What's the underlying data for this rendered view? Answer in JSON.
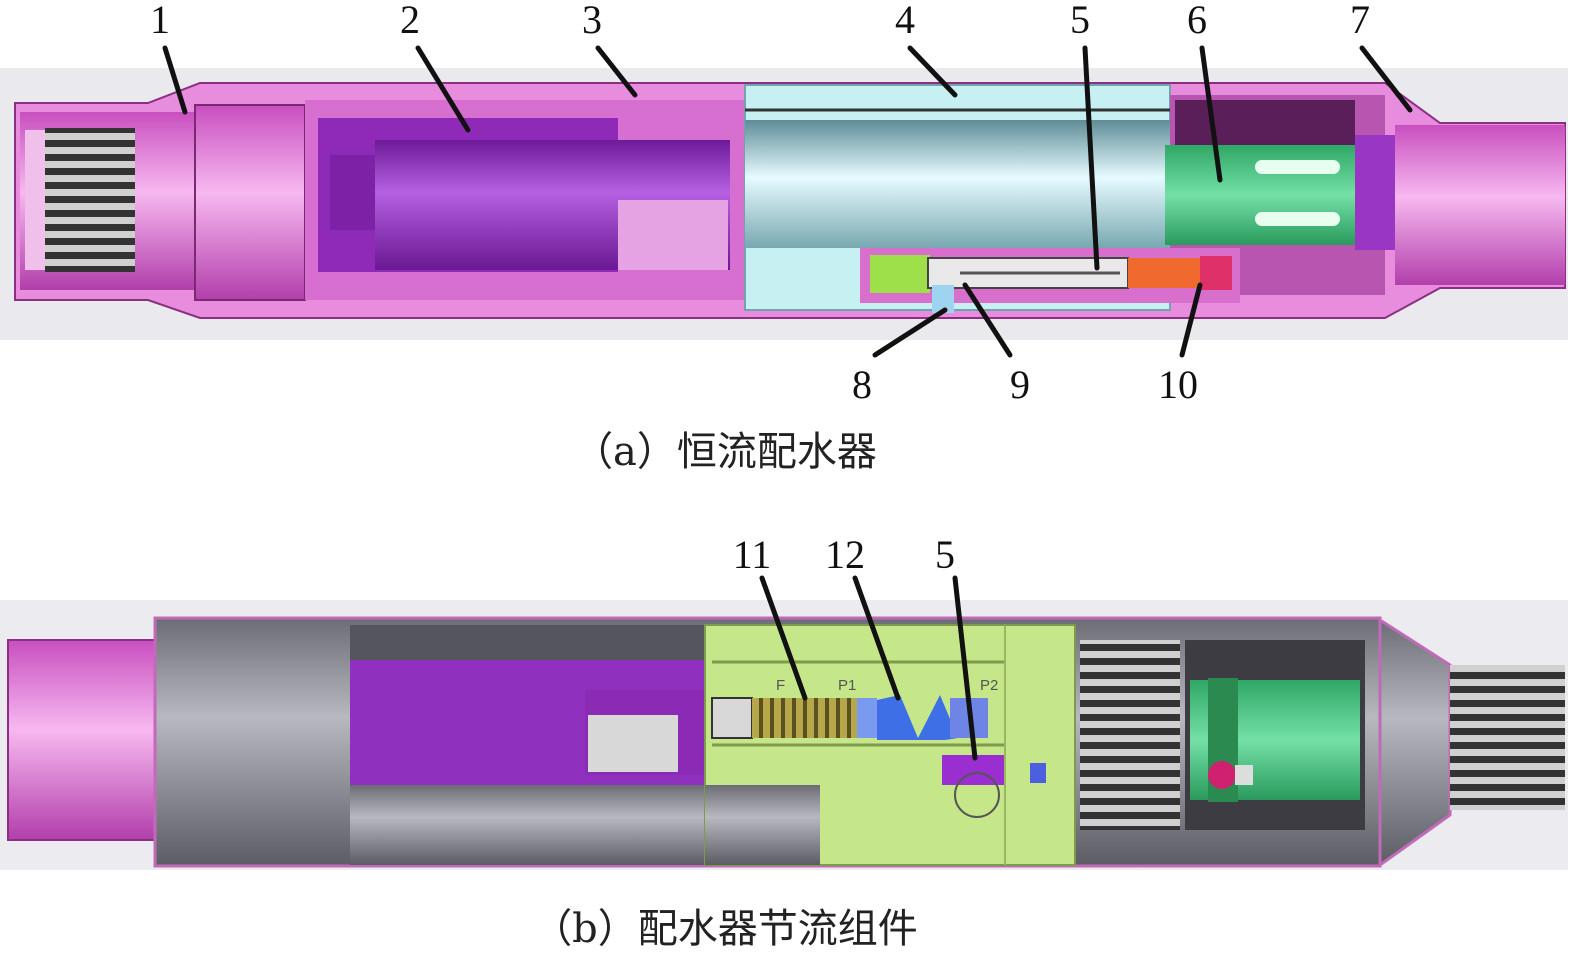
{
  "figure_a": {
    "caption": "（a）恒流配水器",
    "labels": [
      "1",
      "2",
      "3",
      "4",
      "5",
      "6",
      "7",
      "8",
      "9",
      "10"
    ]
  },
  "figure_b": {
    "caption": "（b）配水器节流组件",
    "labels": [
      "11",
      "12",
      "5"
    ],
    "inner_marks": [
      "F",
      "P1",
      "P2"
    ]
  },
  "colors": {
    "body_pink": "#e57fd9",
    "core_purple": "#9b33c4",
    "cyan": "#c6f0f2",
    "green": "#3fc57c",
    "yellow_green": "#c8e88a",
    "gray": "#8e8e96"
  }
}
